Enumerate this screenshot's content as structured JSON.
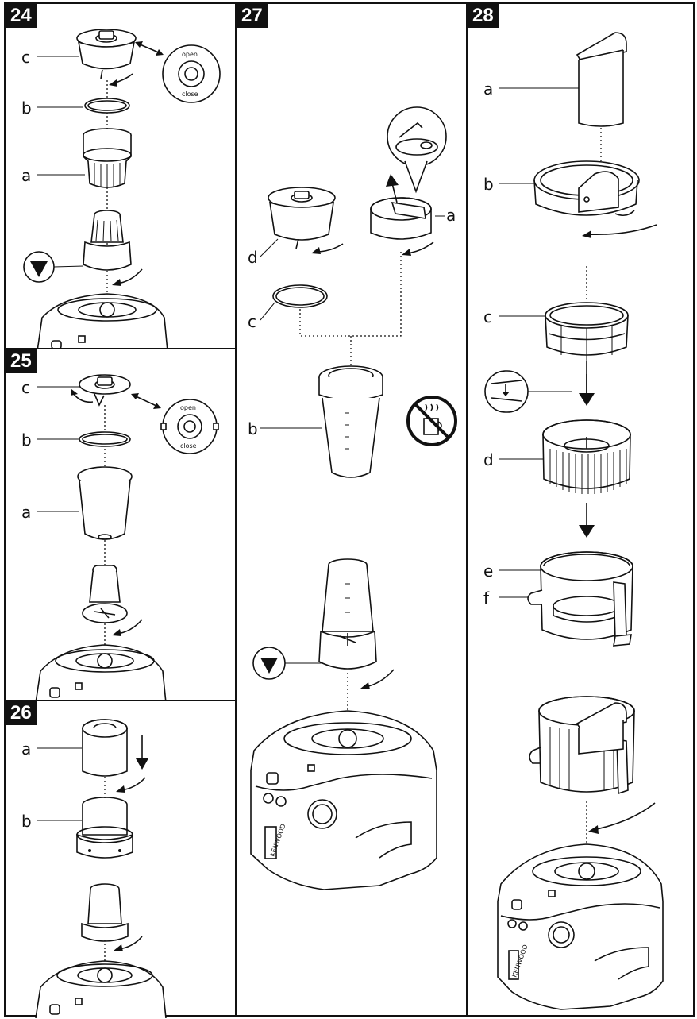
{
  "panels": [
    {
      "number": "24",
      "labels": {
        "a": "a",
        "b": "b",
        "c": "c"
      }
    },
    {
      "number": "25",
      "labels": {
        "a": "a",
        "b": "b",
        "c": "c"
      }
    },
    {
      "number": "26",
      "labels": {
        "a": "a",
        "b": "b"
      }
    },
    {
      "number": "27",
      "labels": {
        "a": "a",
        "b": "b",
        "c": "c",
        "d": "d"
      }
    },
    {
      "number": "28",
      "labels": {
        "a": "a",
        "b": "b",
        "c": "c",
        "d": "d",
        "e": "e",
        "f": "f"
      }
    }
  ],
  "lid_text": {
    "open": "open",
    "close": "close"
  },
  "brand_text": "KENWOOD",
  "icons": [
    "lock-triangle-icon",
    "arrow-icon",
    "no-hot-liquids-icon"
  ]
}
